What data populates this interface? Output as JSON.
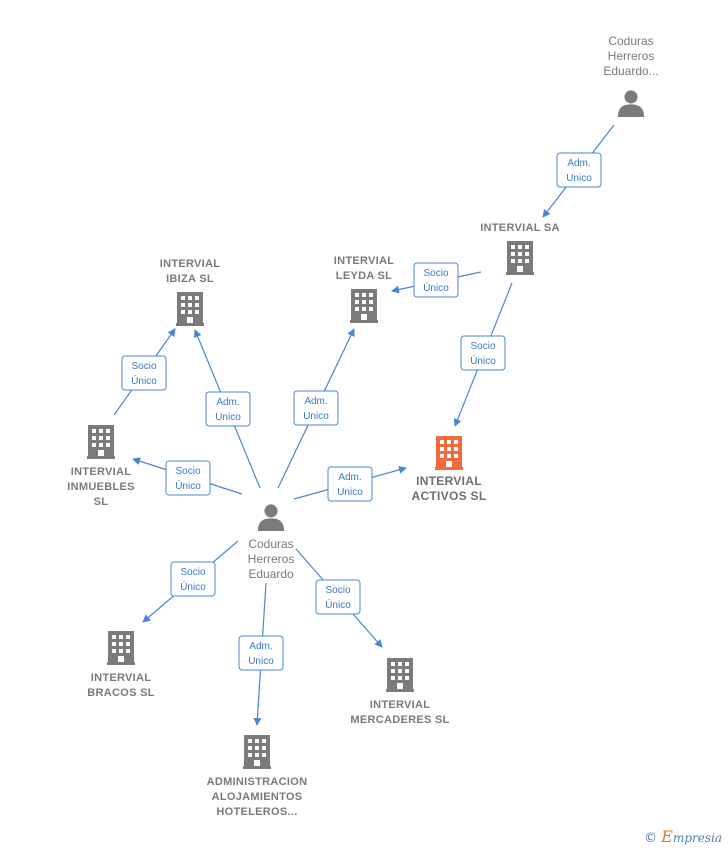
{
  "nodes": [
    {
      "id": "p_top",
      "type": "person",
      "lines": [
        "Coduras",
        "Herreros",
        "Eduardo..."
      ]
    },
    {
      "id": "intervial_sa",
      "type": "company",
      "lines": [
        "INTERVIAL SA"
      ]
    },
    {
      "id": "intervial_ibiza",
      "type": "company",
      "lines": [
        "INTERVIAL",
        "IBIZA  SL"
      ]
    },
    {
      "id": "intervial_leyda",
      "type": "company",
      "lines": [
        "INTERVIAL",
        "LEYDA  SL"
      ]
    },
    {
      "id": "intervial_activos",
      "type": "company",
      "main": true,
      "lines": [
        "INTERVIAL",
        "ACTIVOS  SL"
      ]
    },
    {
      "id": "intervial_inmuebles",
      "type": "company",
      "lines": [
        "INTERVIAL",
        "INMUEBLES",
        "SL"
      ]
    },
    {
      "id": "p_center",
      "type": "person",
      "lines": [
        "Coduras",
        "Herreros",
        "Eduardo"
      ]
    },
    {
      "id": "intervial_bracos",
      "type": "company",
      "lines": [
        "INTERVIAL",
        "BRACOS  SL"
      ]
    },
    {
      "id": "intervial_mercaderes",
      "type": "company",
      "lines": [
        "INTERVIAL",
        "MERCADERES SL"
      ]
    },
    {
      "id": "administracion",
      "type": "company",
      "lines": [
        "ADMINISTRACION",
        "ALOJAMIENTOS",
        "HOTELEROS..."
      ]
    }
  ],
  "edges": [
    {
      "from": "p_top",
      "to": "intervial_sa",
      "lines": [
        "Adm.",
        "Unico"
      ]
    },
    {
      "from": "intervial_sa",
      "to": "intervial_leyda",
      "lines": [
        "Socio",
        "Único"
      ]
    },
    {
      "from": "intervial_sa",
      "to": "intervial_activos",
      "lines": [
        "Socio",
        "Único"
      ]
    },
    {
      "from": "intervial_inmuebles",
      "to": "intervial_ibiza",
      "lines": [
        "Socio",
        "Único"
      ]
    },
    {
      "from": "p_center",
      "to": "intervial_ibiza",
      "lines": [
        "Adm.",
        "Unico"
      ]
    },
    {
      "from": "p_center",
      "to": "intervial_leyda",
      "lines": [
        "Adm.",
        "Unico"
      ]
    },
    {
      "from": "p_center",
      "to": "intervial_inmuebles",
      "lines": [
        "Socio",
        "Único"
      ]
    },
    {
      "from": "p_center",
      "to": "intervial_activos",
      "lines": [
        "Adm.",
        "Unico"
      ]
    },
    {
      "from": "p_center",
      "to": "intervial_bracos",
      "lines": [
        "Socio",
        "Único"
      ]
    },
    {
      "from": "p_center",
      "to": "administracion",
      "lines": [
        "Adm.",
        "Unico"
      ]
    },
    {
      "from": "p_center",
      "to": "intervial_mercaderes",
      "lines": [
        "Socio",
        "Único"
      ]
    }
  ],
  "colors": {
    "edge": "#4a86d4",
    "company_icon": "#7b7b7b",
    "main_company_icon": "#f26a3d",
    "person_icon": "#7b7b7b"
  },
  "footer": {
    "copyright": "©",
    "brand_initial": "E",
    "brand_rest": "mpresia"
  }
}
